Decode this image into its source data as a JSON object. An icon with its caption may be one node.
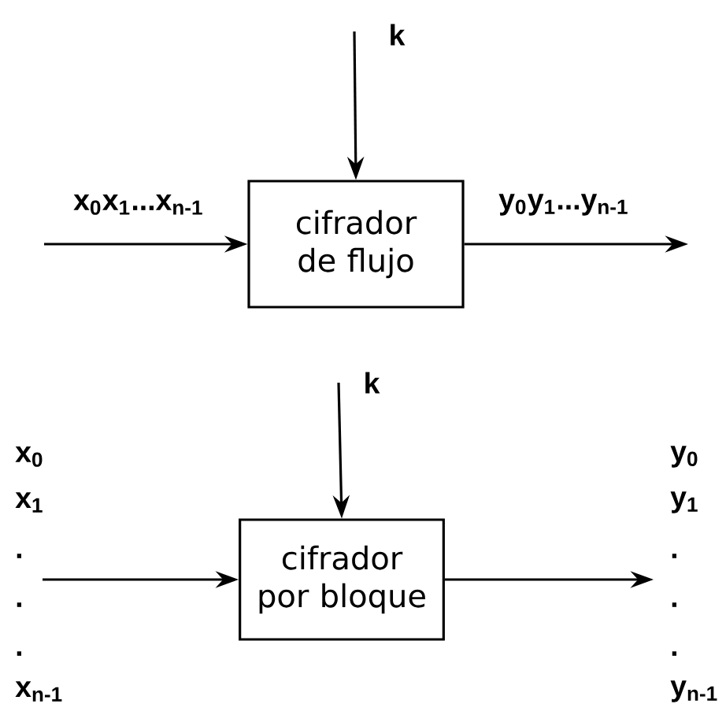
{
  "diagram": {
    "nodes": [
      {
        "text": [
          "cifrador de flujo"
        ]
      },
      {
        "text": [
          "cifrador por bloque"
        ]
      }
    ],
    "edges": [
      {
        "from": null,
        "to": 0,
        "arrow": "to",
        "label": "k"
      },
      {
        "from": null,
        "to": 0,
        "arrow": "to",
        "label": "x$_{0}$x$_{1}$...x$_{n-1}$"
      },
      {
        "from": 0,
        "to": null,
        "arrow": "to",
        "label": "y$_{0}$y$_{1}$...y$_{n-1}$"
      },
      {
        "from": null,
        "to": 1,
        "arrow": "to",
        "label": "k"
      },
      {
        "from": null,
        "to": 1,
        "arrow": "to"
      },
      {
        "from": 1,
        "to": null,
        "arrow": "to"
      }
    ],
    "labels": [
      "x$_{0}$",
      "y$_{0}$",
      "x$_{1}$",
      "y$_{1}$",
      ".",
      ".",
      ".",
      ".",
      ".",
      ".",
      "x$_{n-1}$",
      "y$_{n-1}$"
    ]
  }
}
